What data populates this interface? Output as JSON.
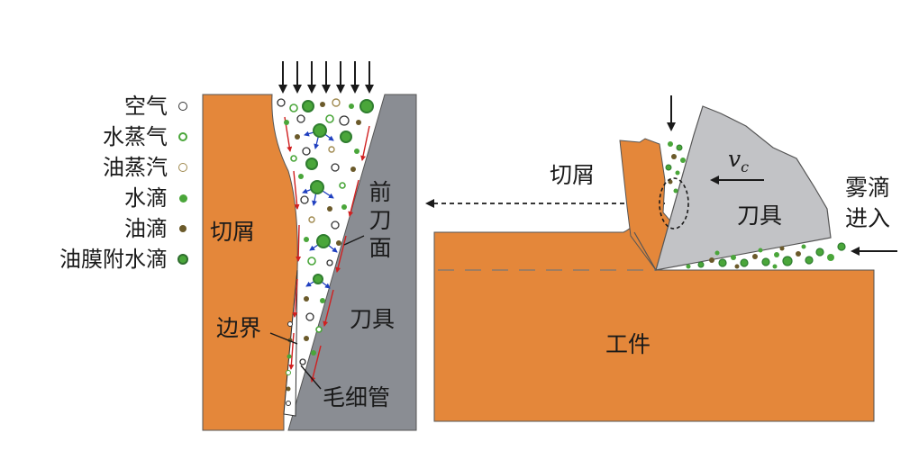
{
  "legend": [
    {
      "label": "空气",
      "marker": "hollow-black"
    },
    {
      "label": "水蒸气",
      "marker": "hollow-green"
    },
    {
      "label": "油蒸汽",
      "marker": "hollow-brown"
    },
    {
      "label": "水滴",
      "marker": "solid-green"
    },
    {
      "label": "油滴",
      "marker": "solid-brown"
    },
    {
      "label": "油膜附水滴",
      "marker": "green-dark-ring"
    }
  ],
  "left_panel": {
    "chip": "切屑",
    "rake_face": "前刀面",
    "tool": "刀具",
    "boundary": "边界",
    "capillary": "毛细管"
  },
  "right_panel": {
    "chip": "切屑",
    "tool": "刀具",
    "workpiece": "工件",
    "velocity_symbol": "v",
    "velocity_subscript": "c",
    "mist_in_line1": "雾滴",
    "mist_in_line2": "进入"
  },
  "colors": {
    "orange": "#e4873a",
    "gray_tool_left": "#8a8d93",
    "gray_tool_right": "#c2c3c6",
    "green": "#4aa63a",
    "dark_green": "#2f7d2f",
    "brown": "#6b5a2a",
    "red_arrow": "#d02020",
    "blue_arrow": "#2040c0"
  }
}
